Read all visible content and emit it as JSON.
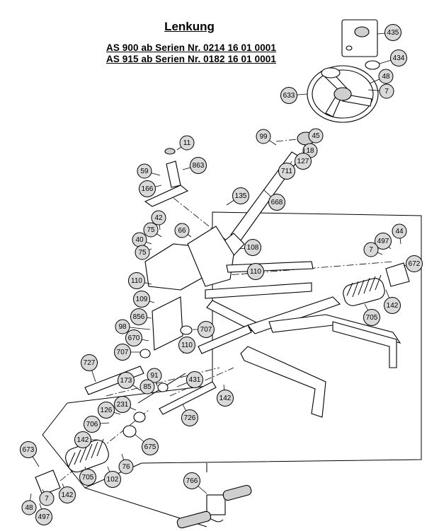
{
  "heading": {
    "title": "Lenkung",
    "line1": "AS 900 ab Serien Nr. 0214 16 01 0001",
    "line2": "AS 915 ab Serien Nr. 0182 16 01 0001"
  },
  "callouts": [
    {
      "id": "c435",
      "label": "435"
    },
    {
      "id": "c434",
      "label": "434"
    },
    {
      "id": "c48a",
      "label": "48"
    },
    {
      "id": "c7a",
      "label": "7"
    },
    {
      "id": "c633",
      "label": "633"
    },
    {
      "id": "c45",
      "label": "45"
    },
    {
      "id": "c18",
      "label": "18"
    },
    {
      "id": "c99",
      "label": "99"
    },
    {
      "id": "c127",
      "label": "127"
    },
    {
      "id": "c711",
      "label": "711"
    },
    {
      "id": "c11",
      "label": "11"
    },
    {
      "id": "c863",
      "label": "863"
    },
    {
      "id": "c59",
      "label": "59"
    },
    {
      "id": "c166",
      "label": "166"
    },
    {
      "id": "c135",
      "label": "135"
    },
    {
      "id": "c668",
      "label": "668"
    },
    {
      "id": "c42",
      "label": "42"
    },
    {
      "id": "c75a",
      "label": "75"
    },
    {
      "id": "c66",
      "label": "66"
    },
    {
      "id": "c40",
      "label": "40"
    },
    {
      "id": "c75b",
      "label": "75"
    },
    {
      "id": "c108",
      "label": "108"
    },
    {
      "id": "c44",
      "label": "44"
    },
    {
      "id": "c497a",
      "label": "497"
    },
    {
      "id": "c7b",
      "label": "7"
    },
    {
      "id": "c672a",
      "label": "672"
    },
    {
      "id": "c110a",
      "label": "110"
    },
    {
      "id": "c110b",
      "label": "110"
    },
    {
      "id": "c109",
      "label": "109"
    },
    {
      "id": "c142a",
      "label": "142"
    },
    {
      "id": "c856",
      "label": "856"
    },
    {
      "id": "c705a",
      "label": "705"
    },
    {
      "id": "c98",
      "label": "98"
    },
    {
      "id": "c707a",
      "label": "707"
    },
    {
      "id": "c670",
      "label": "670"
    },
    {
      "id": "c110c",
      "label": "110"
    },
    {
      "id": "c707b",
      "label": "707"
    },
    {
      "id": "c727",
      "label": "727"
    },
    {
      "id": "c91",
      "label": "91"
    },
    {
      "id": "c173",
      "label": "173"
    },
    {
      "id": "c85",
      "label": "85"
    },
    {
      "id": "c431",
      "label": "431"
    },
    {
      "id": "c142b",
      "label": "142"
    },
    {
      "id": "c231",
      "label": "231"
    },
    {
      "id": "c126",
      "label": "126"
    },
    {
      "id": "c706",
      "label": "706"
    },
    {
      "id": "c726",
      "label": "726"
    },
    {
      "id": "c142c",
      "label": "142"
    },
    {
      "id": "c675",
      "label": "675"
    },
    {
      "id": "c673",
      "label": "673"
    },
    {
      "id": "c76",
      "label": "76"
    },
    {
      "id": "c705b",
      "label": "705"
    },
    {
      "id": "c102",
      "label": "102"
    },
    {
      "id": "c142d",
      "label": "142"
    },
    {
      "id": "c7c",
      "label": "7"
    },
    {
      "id": "c48b",
      "label": "48"
    },
    {
      "id": "c497b",
      "label": "497"
    },
    {
      "id": "c766",
      "label": "766"
    }
  ]
}
